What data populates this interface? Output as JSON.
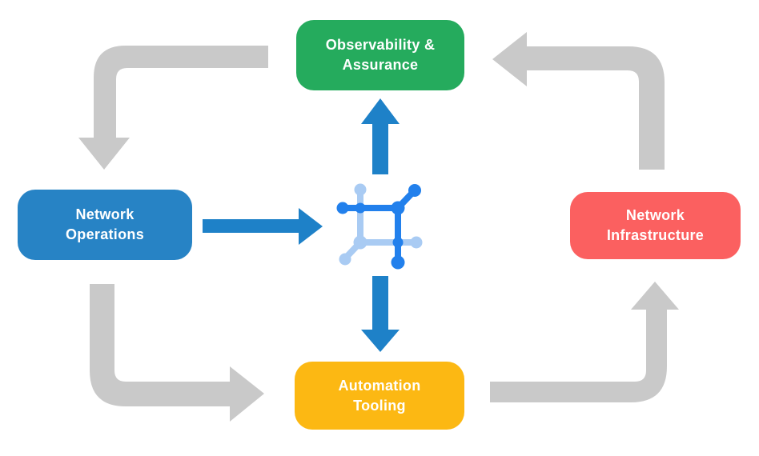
{
  "diagram": {
    "type": "cycle-flow-diagram",
    "background": "#FFFFFF",
    "nodes": [
      {
        "id": "observability-assurance",
        "label": "Observability &\nAssurance",
        "color": "#25AB5D"
      },
      {
        "id": "network-operations",
        "label": "Network\nOperations",
        "color": "#2783C5"
      },
      {
        "id": "network-infrastructure",
        "label": "Network\nInfrastructure",
        "color": "#FB6060"
      },
      {
        "id": "automation-tooling",
        "label": "Automation\nTooling",
        "color": "#FCB813"
      }
    ],
    "center_icon": {
      "name": "network-node-icon",
      "dark_color": "#2280EC",
      "light_color": "#A9CBF3"
    },
    "edges": [
      {
        "from": "observability-assurance",
        "to": "network-operations",
        "style": "gray-elbow"
      },
      {
        "from": "network-operations",
        "to": "automation-tooling",
        "style": "gray-elbow"
      },
      {
        "from": "automation-tooling",
        "to": "network-infrastructure",
        "style": "gray-elbow"
      },
      {
        "from": "network-infrastructure",
        "to": "observability-assurance",
        "style": "gray-elbow"
      },
      {
        "from": "network-operations",
        "to": "center-icon",
        "style": "blue-straight"
      },
      {
        "from": "center-icon",
        "to": "observability-assurance",
        "style": "blue-straight"
      },
      {
        "from": "center-icon",
        "to": "automation-tooling",
        "style": "blue-straight"
      }
    ],
    "colors": {
      "arrow_gray": "#C9C9C9",
      "arrow_blue": "#1E81C8",
      "icon_dark": "#2280EC",
      "icon_light": "#A9CBF3",
      "text": "#FFFFFF"
    }
  }
}
